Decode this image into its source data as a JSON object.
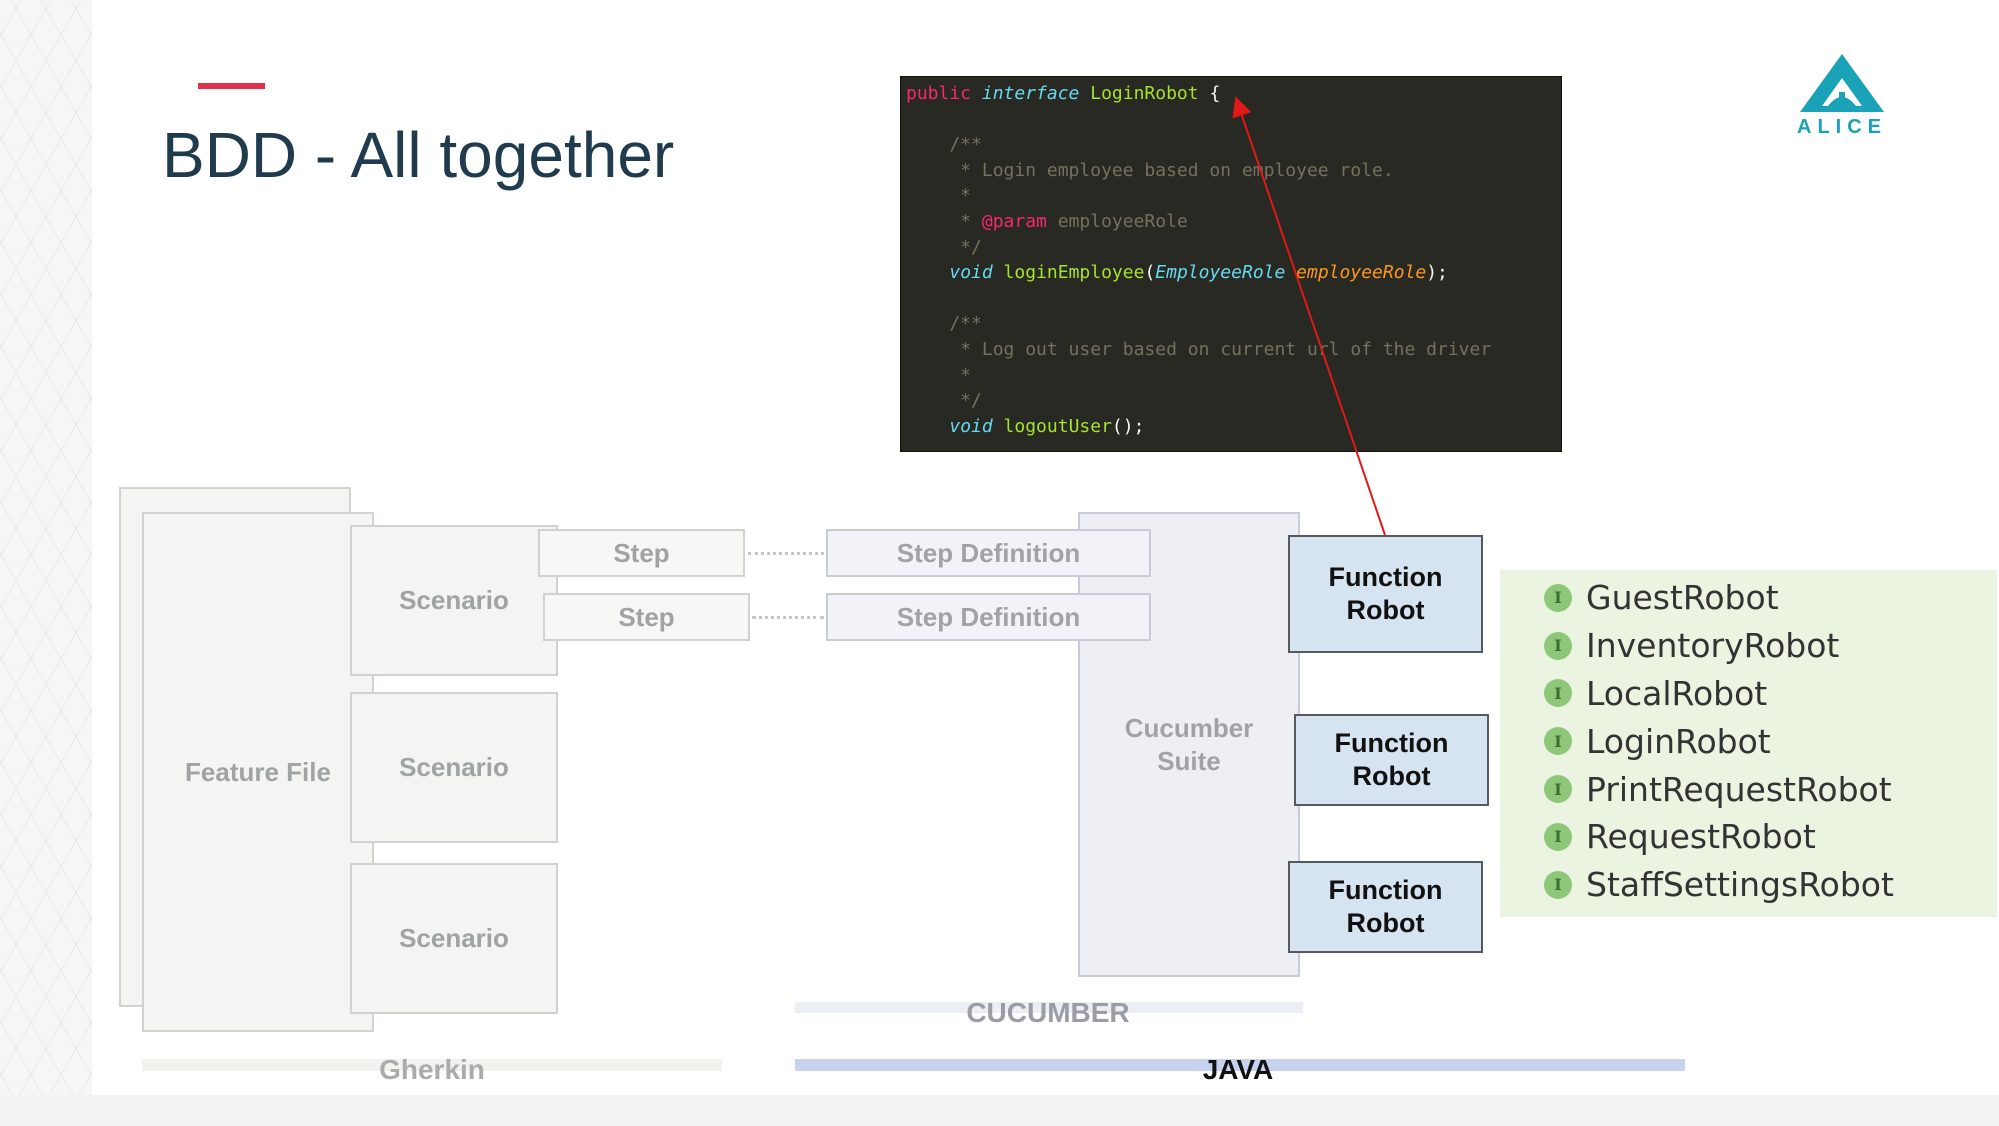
{
  "slide": {
    "title": "BDD - All together",
    "logo_text": "ALICE",
    "accent_color": "#e0324c",
    "logo_color": "#1aa3b8"
  },
  "code": {
    "lines": [
      [
        {
          "t": "public ",
          "c": "kw"
        },
        {
          "t": "interface ",
          "c": "kw2"
        },
        {
          "t": "LoginRobot",
          "c": "cls"
        },
        {
          "t": " {",
          "c": ""
        }
      ],
      [],
      [
        {
          "t": "    /**",
          "c": "cm"
        }
      ],
      [
        {
          "t": "     * Login employee based on employee role.",
          "c": "cm"
        }
      ],
      [
        {
          "t": "     *",
          "c": "cm"
        }
      ],
      [
        {
          "t": "     * ",
          "c": "cm"
        },
        {
          "t": "@param",
          "c": "ann"
        },
        {
          "t": " employeeRole",
          "c": "cm"
        }
      ],
      [
        {
          "t": "     */",
          "c": "cm"
        }
      ],
      [
        {
          "t": "    ",
          "c": ""
        },
        {
          "t": "void ",
          "c": "kw2"
        },
        {
          "t": "loginEmployee",
          "c": "cls"
        },
        {
          "t": "(",
          "c": ""
        },
        {
          "t": "EmployeeRole ",
          "c": "kw2"
        },
        {
          "t": "employeeRole",
          "c": "par"
        },
        {
          "t": ");",
          "c": ""
        }
      ],
      [],
      [
        {
          "t": "    /**",
          "c": "cm"
        }
      ],
      [
        {
          "t": "     * Log out user based on current url of the driver",
          "c": "cm"
        }
      ],
      [
        {
          "t": "     *",
          "c": "cm"
        }
      ],
      [
        {
          "t": "     */",
          "c": "cm"
        }
      ],
      [
        {
          "t": "    ",
          "c": ""
        },
        {
          "t": "void ",
          "c": "kw2"
        },
        {
          "t": "logoutUser",
          "c": "cls"
        },
        {
          "t": "();",
          "c": ""
        }
      ]
    ]
  },
  "diagram": {
    "feature_file": "Feature File",
    "scenarios": [
      "Scenario",
      "Scenario",
      "Scenario"
    ],
    "steps": [
      "Step",
      "Step"
    ],
    "step_definitions": [
      "Step Definition",
      "Step Definition"
    ],
    "cucumber_suite": "Cucumber\nSuite",
    "function_robots": [
      "Function\nRobot",
      "Function\nRobot",
      "Function\nRobot"
    ],
    "layers": {
      "gherkin": "Gherkin",
      "cucumber": "CUCUMBER",
      "java": "JAVA"
    }
  },
  "robot_list": {
    "icon_letter": "I",
    "items": [
      "GuestRobot",
      "InventoryRobot",
      "LocalRobot",
      "LoginRobot",
      "PrintRequestRobot",
      "RequestRobot",
      "StaffSettingsRobot"
    ]
  }
}
